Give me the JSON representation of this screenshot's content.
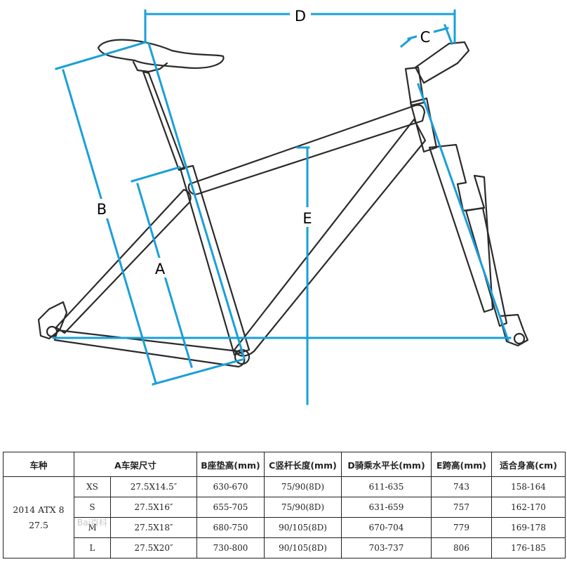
{
  "diagram": {
    "labels": {
      "a": "A",
      "b": "B",
      "c": "C",
      "d": "D",
      "e": "E"
    },
    "colors": {
      "frame": "#2a2a2a",
      "dimension": "#1a9fd8"
    }
  },
  "table": {
    "headers": [
      "车种",
      "A车架尺寸",
      "B座垫高(mm)",
      "C竖杆长度(mm)",
      "D骑乘水平长(mm)",
      "E跨高(mm)",
      "适合身高(cm)"
    ],
    "model_line1": "2014 ATX 8",
    "model_line2": "27.5",
    "rows": [
      {
        "size": "XS",
        "frame": "27.5X14.5″",
        "seat": "630-670",
        "stem": "75/90(8D)",
        "reach": "611-635",
        "standover": "743",
        "height": "158-164"
      },
      {
        "size": "S",
        "frame": "27.5X16″",
        "seat": "655-705",
        "stem": "75/90(8D)",
        "reach": "631-659",
        "standover": "757",
        "height": "162-170"
      },
      {
        "size": "M",
        "frame": "27.5X18″",
        "seat": "680-750",
        "stem": "90/105(8D)",
        "reach": "670-704",
        "standover": "779",
        "height": "169-178"
      },
      {
        "size": "L",
        "frame": "27.5X20″",
        "seat": "730-800",
        "stem": "90/105(8D)",
        "reach": "703-737",
        "standover": "806",
        "height": "176-185"
      }
    ]
  },
  "watermark": "Bai百科"
}
